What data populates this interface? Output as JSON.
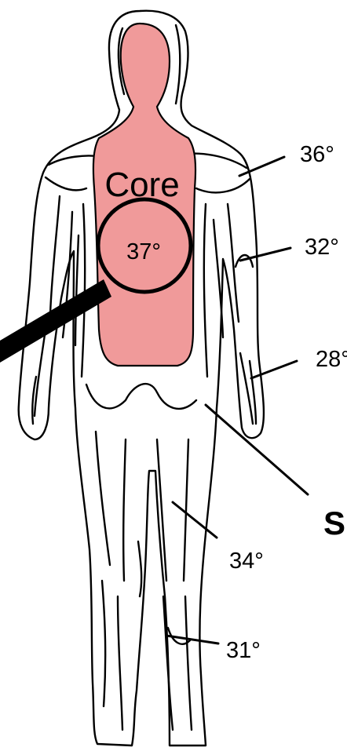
{
  "colors": {
    "core": "#f09a9a",
    "outline": "#000000",
    "background": "#ffffff"
  },
  "labels": {
    "core_title": "Core",
    "core_temp": "37°",
    "shoulder": "36°",
    "upper_arm": "32°",
    "hand": "28°",
    "thigh": "34°",
    "calf": "31°",
    "skin": "S"
  }
}
